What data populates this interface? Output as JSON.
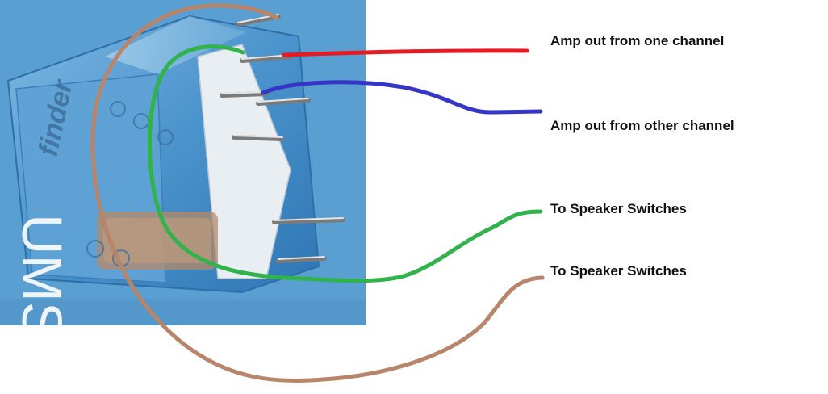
{
  "labels": {
    "amp_one": "Amp out from one channel",
    "amp_other": "Amp out from other channel",
    "speaker_1": "To Speaker Switches",
    "speaker_2": "To Speaker Switches"
  },
  "photo": {
    "brand_mark": "finder",
    "watermark": "UMS"
  },
  "colors": {
    "photo_bg": "#5a9fd2",
    "relay_body": "#4a93cc",
    "wire_red": "#e51b23",
    "wire_blue": "#3535c8",
    "wire_green": "#2fb34a",
    "wire_brown": "#b8856a"
  }
}
